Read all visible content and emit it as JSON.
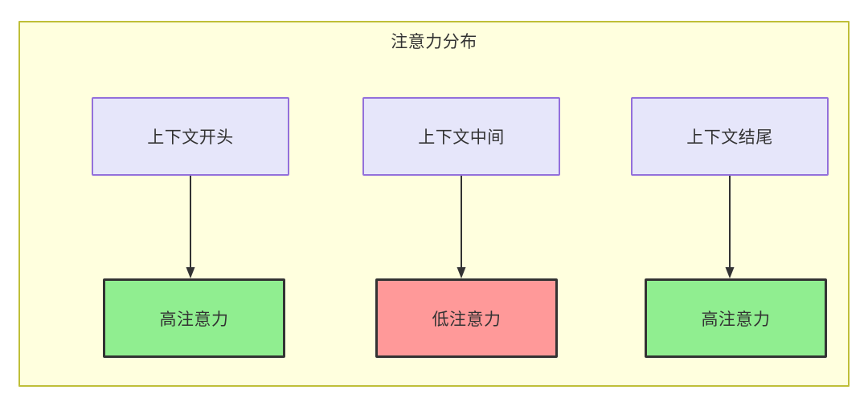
{
  "diagram": {
    "title": "注意力分布",
    "colors": {
      "container_fill": "#ffffde",
      "container_border": "#bfbf38",
      "source_fill": "#e6e6fa",
      "source_border": "#9370db",
      "high_fill": "#90ee90",
      "low_fill": "#ff9999",
      "level_border": "#333333",
      "edge": "#333333",
      "text": "#333333"
    },
    "columns": [
      {
        "source_label": "上下文开头",
        "level_label": "高注意力",
        "level_kind": "high"
      },
      {
        "source_label": "上下文中间",
        "level_label": "低注意力",
        "level_kind": "low"
      },
      {
        "source_label": "上下文结尾",
        "level_label": "高注意力",
        "level_kind": "high"
      }
    ]
  }
}
